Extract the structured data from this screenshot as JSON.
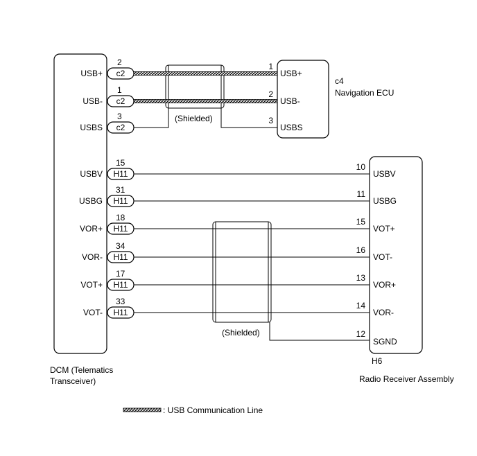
{
  "components": {
    "dcm": {
      "label_line1": "DCM (Telematics",
      "label_line2": "Transceiver)"
    },
    "navigation_ecu": {
      "code": "c4",
      "label": "Navigation ECU"
    },
    "radio_receiver": {
      "code": "H6",
      "label": "Radio Receiver Assembly"
    }
  },
  "usb_wires": [
    {
      "dcm_pin": "2",
      "dcm_connector": "c2",
      "dcm_signal": "USB+",
      "nav_pin": "1",
      "nav_signal": "USB+",
      "usb_line": true
    },
    {
      "dcm_pin": "1",
      "dcm_connector": "c2",
      "dcm_signal": "USB-",
      "nav_pin": "2",
      "nav_signal": "USB-",
      "usb_line": true
    },
    {
      "dcm_pin": "3",
      "dcm_connector": "c2",
      "dcm_signal": "USBS",
      "nav_pin": "3",
      "nav_signal": "USBS",
      "usb_line": false
    }
  ],
  "radio_wires": [
    {
      "dcm_pin": "15",
      "dcm_connector": "H11",
      "dcm_signal": "USBV",
      "radio_pin": "10",
      "radio_signal": "USBV"
    },
    {
      "dcm_pin": "31",
      "dcm_connector": "H11",
      "dcm_signal": "USBG",
      "radio_pin": "11",
      "radio_signal": "USBG"
    },
    {
      "dcm_pin": "18",
      "dcm_connector": "H11",
      "dcm_signal": "VOR+",
      "radio_pin": "15",
      "radio_signal": "VOT+"
    },
    {
      "dcm_pin": "34",
      "dcm_connector": "H11",
      "dcm_signal": "VOR-",
      "radio_pin": "16",
      "radio_signal": "VOT-"
    },
    {
      "dcm_pin": "17",
      "dcm_connector": "H11",
      "dcm_signal": "VOT+",
      "radio_pin": "13",
      "radio_signal": "VOR+"
    },
    {
      "dcm_pin": "33",
      "dcm_connector": "H11",
      "dcm_signal": "VOT-",
      "radio_pin": "14",
      "radio_signal": "VOR-"
    }
  ],
  "sgnd": {
    "radio_pin": "12",
    "radio_signal": "SGND"
  },
  "shield_label": "(Shielded)",
  "legend": {
    "text": ": USB Communication Line"
  }
}
